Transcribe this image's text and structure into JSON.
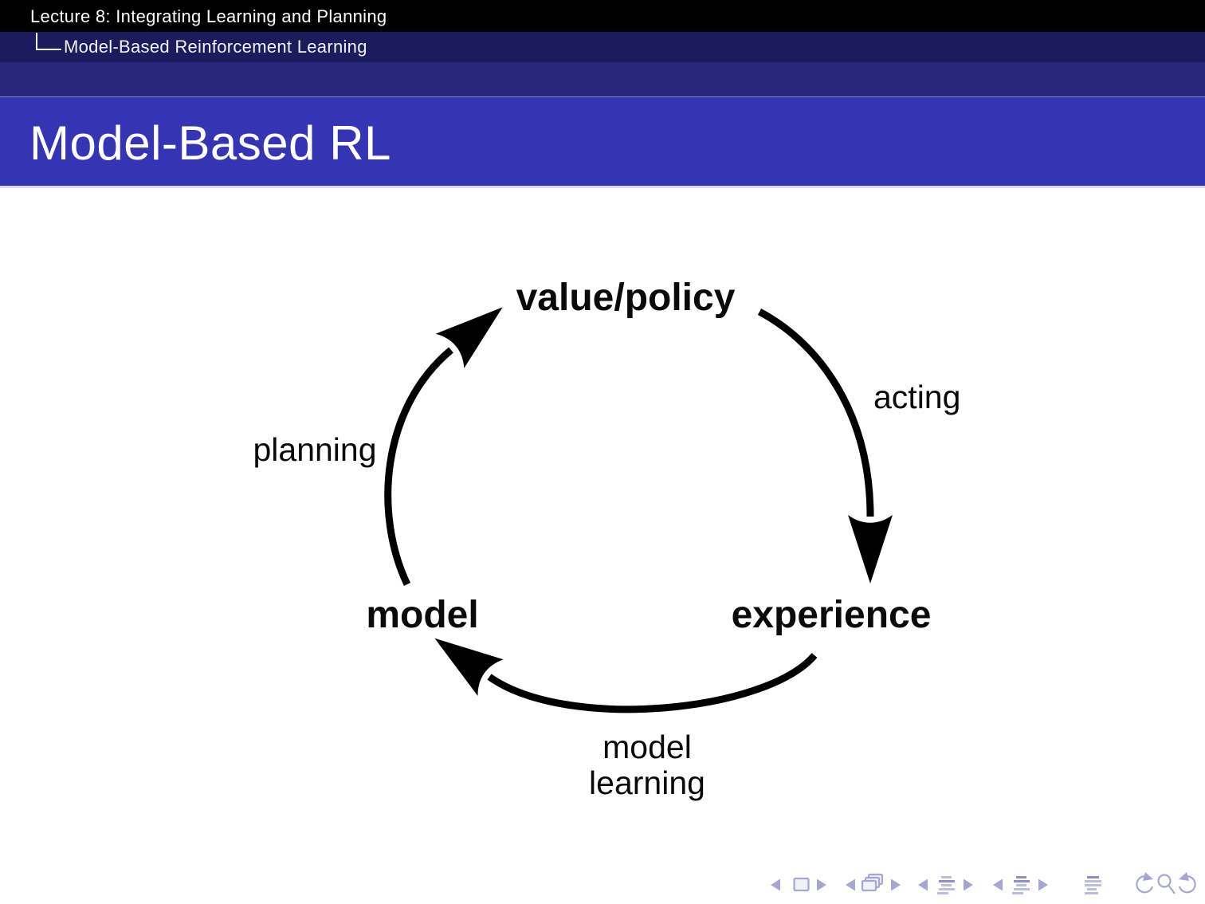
{
  "header": {
    "lecture_title": "Lecture 8: Integrating Learning and Planning",
    "breadcrumb_section": "Model-Based Reinforcement Learning"
  },
  "slide": {
    "title": "Model-Based RL"
  },
  "diagram": {
    "nodes": {
      "value_policy": "value/policy",
      "experience": "experience",
      "model": "model"
    },
    "edges": {
      "acting": "acting",
      "planning": "planning",
      "model_learning_line1": "model",
      "model_learning_line2": "learning"
    }
  },
  "navigation": {
    "icon_names": [
      "prev-slide-icon",
      "slide-icon",
      "next-slide-icon",
      "prev-frame-icon",
      "frames-icon",
      "next-frame-icon",
      "prev-subsection-icon",
      "section-list-icon",
      "next-subsection-icon",
      "prev-section-icon",
      "subsection-list-icon",
      "next-section-icon",
      "appendix-list-icon",
      "undo-icon",
      "search-icon",
      "redo-icon"
    ]
  },
  "colors": {
    "header_bar1_bg": "#000000",
    "header_bar2_bg": "#1b1b5e",
    "header_bar3_bg": "#27277d",
    "title_bar_bg": "#3534b5",
    "title_text": "#ffffff",
    "diagram_ink": "#000000",
    "nav_icon": "#a6a6d4"
  }
}
